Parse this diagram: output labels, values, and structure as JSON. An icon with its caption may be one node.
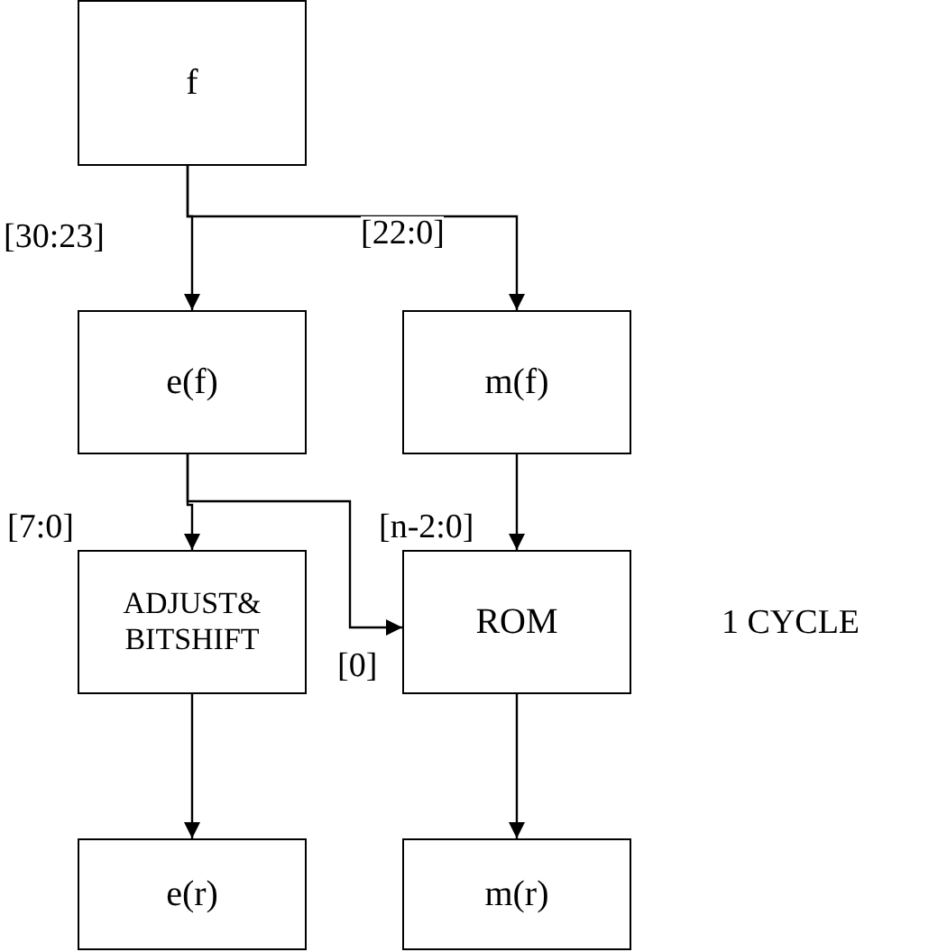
{
  "diagram": {
    "nodes": [
      {
        "text": [
          "f"
        ]
      },
      {
        "text": [
          "e(f)"
        ]
      },
      {
        "text": [
          "m(f)"
        ]
      },
      {
        "text": [
          "ADJUST& BITSHIFT"
        ]
      },
      {
        "text": [
          "ROM"
        ]
      },
      {
        "text": [
          "e(r)"
        ]
      },
      {
        "text": [
          "m(r)"
        ]
      }
    ],
    "edges": [
      {
        "from": 0,
        "to": 1,
        "arrow": "to",
        "label": "[30:23]"
      },
      {
        "from": 0,
        "to": 2,
        "arrow": "to",
        "label": "[22:0]"
      },
      {
        "from": 1,
        "to": 3,
        "arrow": "to",
        "label": "[7:0]"
      },
      {
        "from": 1,
        "to": 4,
        "arrow": "to",
        "label": "[0]"
      },
      {
        "from": 2,
        "to": 4,
        "arrow": "to",
        "label": "[n-2:0]"
      },
      {
        "from": 3,
        "to": 5,
        "arrow": "to"
      },
      {
        "from": 4,
        "to": 6,
        "arrow": "to"
      }
    ],
    "labels": [
      "1 CYCLE"
    ]
  }
}
